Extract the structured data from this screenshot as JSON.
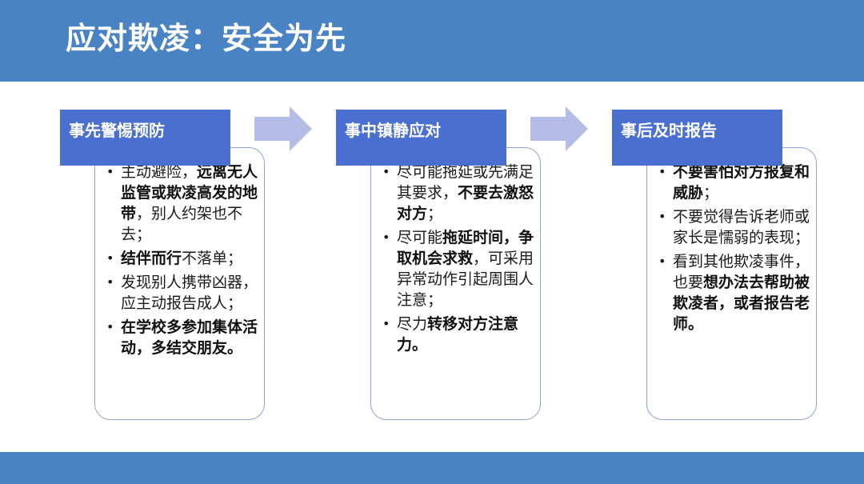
{
  "slide": {
    "title": "应对欺凌：安全为先"
  },
  "stages": [
    {
      "header": "事先警惕预防",
      "items": [
        {
          "parts": [
            {
              "text": "主动避险，",
              "bold": false
            },
            {
              "text": "远离无人监管或欺凌高发的地带",
              "bold": true
            },
            {
              "text": "，别人约架也不去；",
              "bold": false
            }
          ]
        },
        {
          "parts": [
            {
              "text": "结伴而行",
              "bold": true
            },
            {
              "text": "不落单；",
              "bold": false
            }
          ]
        },
        {
          "parts": [
            {
              "text": "发现别人携带凶器，应主动报告成人；",
              "bold": false
            }
          ]
        },
        {
          "parts": [
            {
              "text": "在学校多参加集体活动，多结交朋友。",
              "bold": true
            }
          ]
        }
      ]
    },
    {
      "header": "事中镇静应对",
      "items": [
        {
          "parts": [
            {
              "text": "尽可能拖延或先满足其要求，",
              "bold": false
            },
            {
              "text": "不要去激怒对方",
              "bold": true
            },
            {
              "text": "；",
              "bold": false
            }
          ]
        },
        {
          "parts": [
            {
              "text": "尽可能",
              "bold": false
            },
            {
              "text": "拖延时间，争取机会求救",
              "bold": true
            },
            {
              "text": "，可采用异常动作引起周围人注意；",
              "bold": false
            }
          ]
        },
        {
          "parts": [
            {
              "text": "尽力",
              "bold": false
            },
            {
              "text": "转移对方注意力。",
              "bold": true
            }
          ]
        }
      ]
    },
    {
      "header": "事后及时报告",
      "items": [
        {
          "parts": [
            {
              "text": "不要害怕对方报复和威胁",
              "bold": true
            },
            {
              "text": "；",
              "bold": false
            }
          ]
        },
        {
          "parts": [
            {
              "text": "不要觉得告诉老师或家长是懦弱的表现；",
              "bold": false
            }
          ]
        },
        {
          "parts": [
            {
              "text": "看到其他欺凌事件，也要",
              "bold": false
            },
            {
              "text": "想办法去帮助被欺凌者，或者报告老师。",
              "bold": true
            }
          ]
        }
      ]
    }
  ],
  "colors": {
    "band": "#4a83c4",
    "stage_header": "#4a6fd0",
    "card_border": "#8fa3d6",
    "arrow": "#b3bde6"
  },
  "icons": {
    "bullet": "•",
    "arrow": "right-arrow-icon"
  }
}
